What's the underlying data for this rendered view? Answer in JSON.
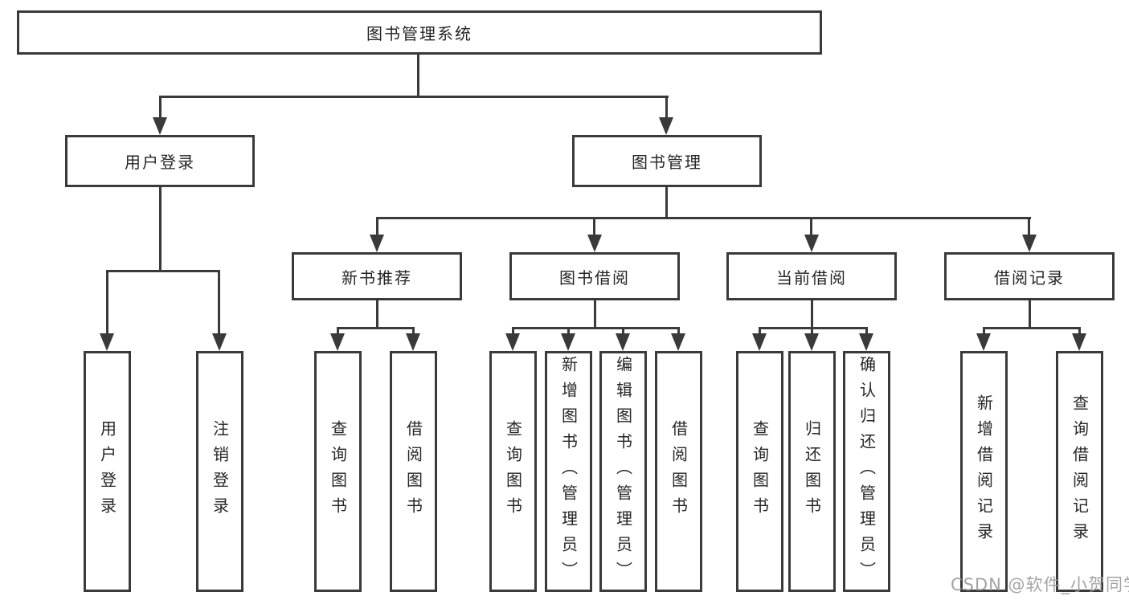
{
  "colors": {
    "background": "#ffffff",
    "line": "#3a3a3a",
    "text": "#262626",
    "watermark": "#9b9b9b"
  },
  "watermark": {
    "text": "CSDN @软件_小贺同学"
  },
  "tree": {
    "label": "图书管理系统",
    "children": [
      {
        "label": "用户登录",
        "children": [
          {
            "label": "用户登录"
          },
          {
            "label": "注销登录"
          }
        ]
      },
      {
        "label": "图书管理",
        "children": [
          {
            "label": "新书推荐",
            "children": [
              {
                "label": "查询图书"
              },
              {
                "label": "借阅图书"
              }
            ]
          },
          {
            "label": "图书借阅",
            "children": [
              {
                "label": "查询图书"
              },
              {
                "label": "新增图书（管理员）"
              },
              {
                "label": "编辑图书（管理员）"
              },
              {
                "label": "借阅图书"
              }
            ]
          },
          {
            "label": "当前借阅",
            "children": [
              {
                "label": "查询图书"
              },
              {
                "label": "归还图书"
              },
              {
                "label": "确认归还（管理员）"
              }
            ]
          },
          {
            "label": "借阅记录",
            "children": [
              {
                "label": "新增借阅记录"
              },
              {
                "label": "查询借阅记录"
              }
            ]
          }
        ]
      }
    ]
  }
}
